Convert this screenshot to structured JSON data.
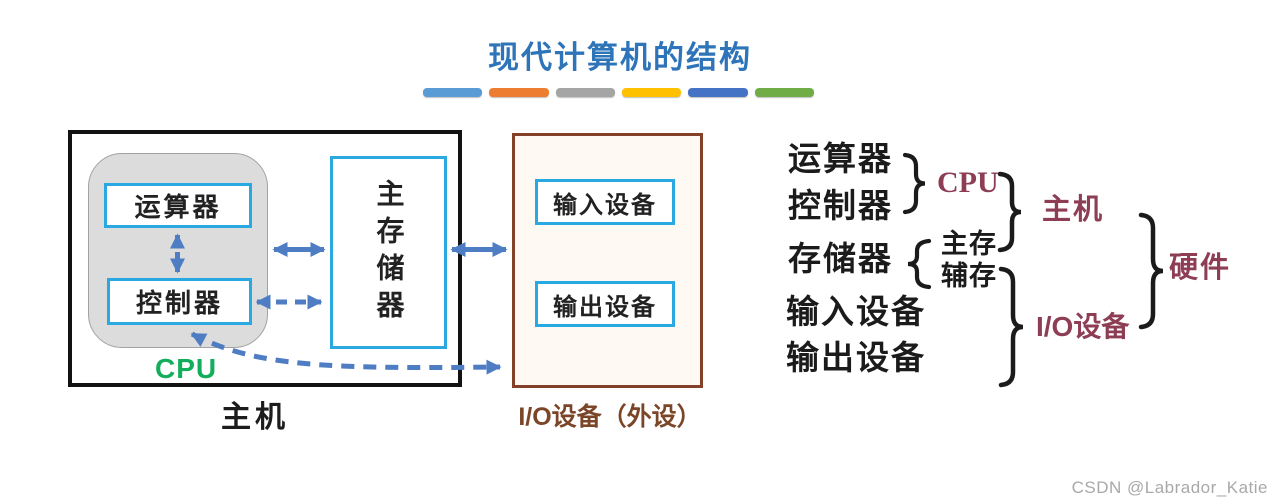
{
  "title": {
    "text": "现代计算机的结构"
  },
  "divider_bars": [
    "#5b9bd5",
    "#ed7d31",
    "#a5a5a5",
    "#ffc000",
    "#4472c4",
    "#70ad47"
  ],
  "host": {
    "label": "主机",
    "cpu_label": "CPU",
    "alu": "运算器",
    "cu": "控制器",
    "memory": "主存储器"
  },
  "io": {
    "label": "I/O设备（外设）",
    "input": "输入设备",
    "output": "输出设备"
  },
  "hierarchy": {
    "items": [
      "运算器",
      "控制器",
      "存储器",
      "输入设备",
      "输出设备"
    ],
    "cpu": "CPU",
    "main_mem": "主存",
    "aux_mem": "辅存",
    "host": "主机",
    "io": "I/O设备",
    "hardware": "硬件"
  },
  "watermark": "CSDN @Labrador_Katie",
  "colors": {
    "title_blue": "#2e74b8",
    "box_border_blue": "#29a8e1",
    "arrow_blue": "#4e7dc3",
    "io_brown": "#84412a",
    "io_label_brown": "#7b4527",
    "cpu_green": "#12ae5b",
    "hierarchy_maroon": "#8d3e55",
    "cpu_group_gray": "#dcdcdc"
  }
}
